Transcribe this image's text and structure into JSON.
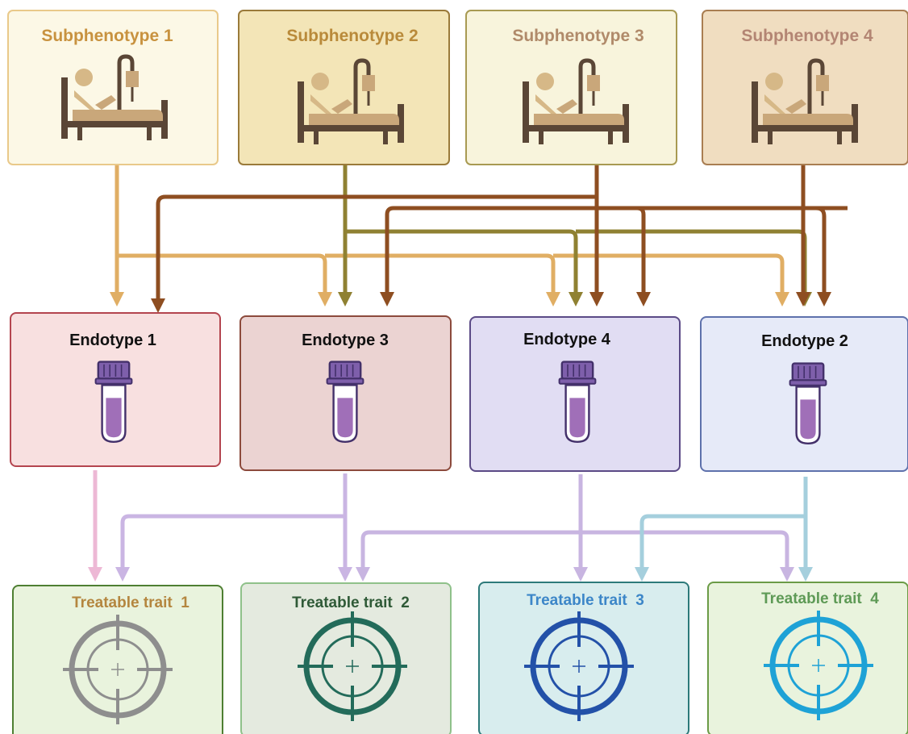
{
  "subphenotypes": [
    {
      "label": "Subphenotype 1",
      "color": "#C8923F",
      "fill": "#FCF8E6",
      "border": "#E9C98A",
      "icon": "patient-bed-icon"
    },
    {
      "label": "Subphenotype 2",
      "color": "#B98A3A",
      "fill": "#F3E5B7",
      "border": "#9A7A3A",
      "icon": "patient-bed-icon"
    },
    {
      "label": "Subphenotype 3",
      "color": "#B08A6A",
      "fill": "#F8F4DC",
      "border": "#A89A52",
      "icon": "patient-bed-icon"
    },
    {
      "label": "Subphenotype 4",
      "color": "#B38573",
      "fill": "#F0DDC0",
      "border": "#A97E52",
      "icon": "patient-bed-icon"
    }
  ],
  "endotypes": [
    {
      "label": "Endotype 1",
      "fill": "#F8E0E0",
      "border": "#B4454F",
      "icon": "blood-tube-icon"
    },
    {
      "label": "Endotype 3",
      "fill": "#EBD3D2",
      "border": "#8C4A3C",
      "icon": "blood-tube-icon"
    },
    {
      "label": "Endotype 4",
      "fill": "#E1DDF3",
      "border": "#5B4A86",
      "icon": "blood-tube-icon"
    },
    {
      "label": "Endotype 2",
      "fill": "#E6EAF8",
      "border": "#5E71AC",
      "icon": "blood-tube-icon"
    }
  ],
  "traits": [
    {
      "label": "Treatable trait  1",
      "color": "#B4863F",
      "fill": "#E9F3DD",
      "border": "#4E7F32",
      "target": "#8E8E8E",
      "icon": "target-icon"
    },
    {
      "label": "Treatable trait  2",
      "color": "#2F5A37",
      "fill": "#E4EADF",
      "border": "#8FC18A",
      "target": "#236B5A",
      "icon": "target-icon"
    },
    {
      "label": "Treatable trait  3",
      "color": "#3C86C8",
      "fill": "#D8EDEE",
      "border": "#2D7A7A",
      "target": "#2351A8",
      "icon": "target-icon"
    },
    {
      "label": "Treatable trait  4",
      "color": "#5E9A56",
      "fill": "#E9F3DD",
      "border": "#6B9B46",
      "target": "#1EA2D6",
      "icon": "target-icon"
    }
  ],
  "arrow_colors": {
    "sub1": "#E0AE64",
    "sub2": "#8F8132",
    "sub3": "#8E4E21",
    "sub4": "#8E4E21",
    "endo1": "#EDB8D5",
    "endo3": "#CAB5E3",
    "endo4": "#C8B5E1",
    "endo2": "#A5CFDD"
  }
}
